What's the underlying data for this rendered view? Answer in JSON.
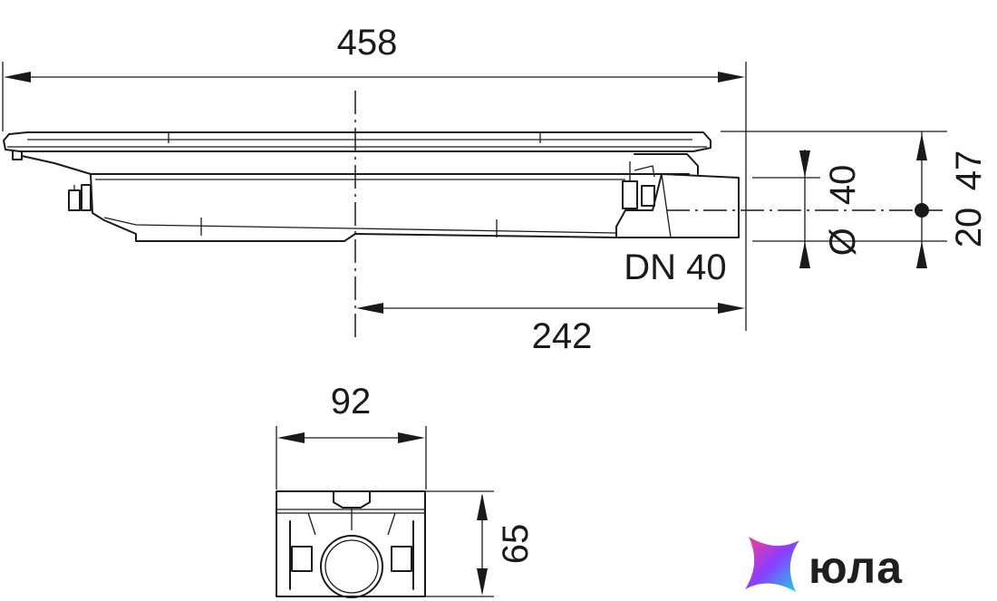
{
  "dimensions": {
    "width_overall": "458",
    "offset_to_outlet": "242",
    "outlet_nominal": "DN 40",
    "outlet_diameter_symbol": "Ø",
    "outlet_diameter": "40",
    "height_total": "47",
    "height_to_outlet_axis": "20",
    "end_view_width": "92",
    "end_view_height": "65"
  },
  "brand": {
    "name": "юла",
    "colors": {
      "pink": "#ff3d8f",
      "purple": "#8a3dff",
      "cyan": "#19d6e6",
      "text": "#1f1f1f"
    }
  }
}
